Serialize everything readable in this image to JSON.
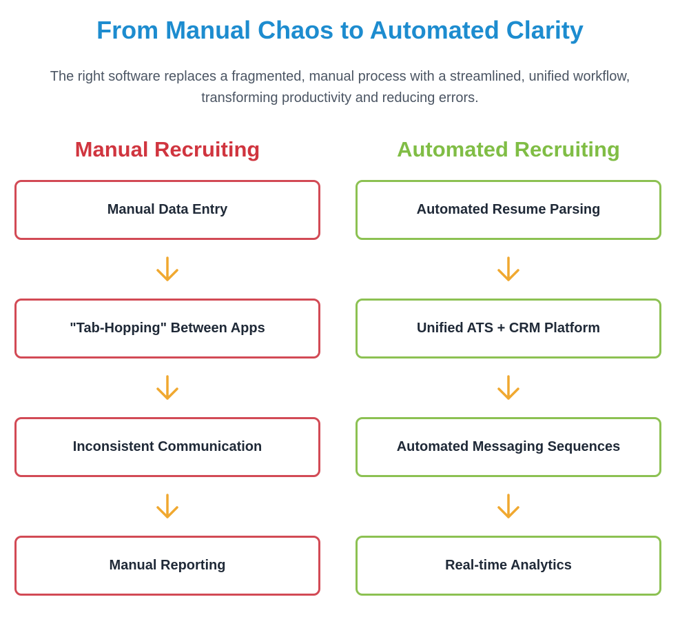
{
  "header": {
    "title": "From Manual Chaos to Automated Clarity",
    "subtitle": "The right software replaces a fragmented, manual process with a streamlined, unified workflow, transforming productivity and reducing errors."
  },
  "manual": {
    "heading": "Manual Recruiting",
    "steps": [
      "Manual Data Entry",
      "\"Tab-Hopping\" Between Apps",
      "Inconsistent Communication",
      "Manual Reporting"
    ]
  },
  "automated": {
    "heading": "Automated Recruiting",
    "steps": [
      "Automated Resume Parsing",
      "Unified ATS + CRM Platform",
      "Automated Messaging Sequences",
      "Real-time Analytics"
    ]
  },
  "colors": {
    "title": "#1d8ccf",
    "manual": "#d0353f",
    "automated": "#80bd45",
    "arrow": "#f0a830"
  },
  "icons": {
    "arrow": "arrow-down-icon"
  }
}
